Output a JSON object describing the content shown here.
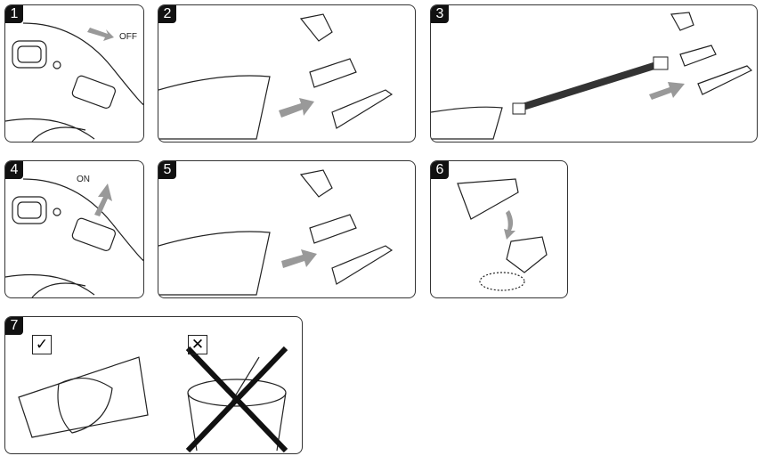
{
  "steps": [
    {
      "number": "1",
      "label": "OFF"
    },
    {
      "number": "2"
    },
    {
      "number": "3"
    },
    {
      "number": "4",
      "label": "ON"
    },
    {
      "number": "5"
    },
    {
      "number": "6"
    },
    {
      "number": "7",
      "do_icon": "✓",
      "dont_icon": "✕"
    }
  ],
  "colors": {
    "arrow": "#999999",
    "border": "#333333"
  }
}
